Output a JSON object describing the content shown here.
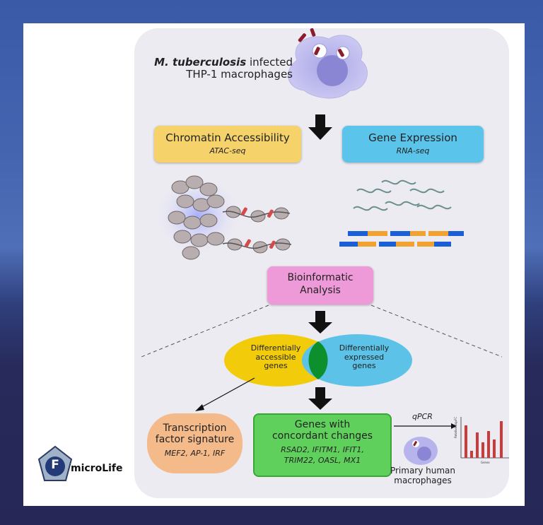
{
  "infected_cell": {
    "organism": "M. tuberculosis",
    "organism_suffix": "infected",
    "cell_line": "THP-1 macrophages"
  },
  "atac_box": {
    "title": "Chromatin Accessibility",
    "subtitle": "ATAC-seq"
  },
  "rna_box": {
    "title": "Gene Expression",
    "subtitle": "RNA-seq"
  },
  "bioinformatics_box": {
    "line1": "Bioinformatic",
    "line2": "Analysis"
  },
  "venn": {
    "left": [
      "Differentially",
      "accessible",
      "genes"
    ],
    "right": [
      "Differentially",
      "expressed",
      "genes"
    ]
  },
  "tf_box": {
    "title_line1": "Transcription",
    "title_line2": "factor signature",
    "genes": "MEF2, AP-1, IRF"
  },
  "concordant_box": {
    "title_line1": "Genes with",
    "title_line2": "concordant changes",
    "genes_line1": "RSAD2, IFITM1, IFIT1,",
    "genes_line2": "TRIM22, OASL, MX1"
  },
  "validation": {
    "method": "qPCR",
    "cells_line1": "Primary human",
    "cells_line2": "macrophages",
    "mini_chart_ylabel": "Relative log₂FC",
    "mini_chart_xlabel": "Genes"
  },
  "logo": {
    "letter": "F",
    "name": "microLife"
  },
  "colors": {
    "atac": "#f6d36a",
    "rna": "#5bc4ea",
    "bioinf": "#ef9ad8",
    "venn_left": "#f2cc0a",
    "venn_right": "#5cc2e8",
    "venn_overlap": "#0e8f2d",
    "tf": "#f5ba8a",
    "concordant": "#5fd05c"
  }
}
